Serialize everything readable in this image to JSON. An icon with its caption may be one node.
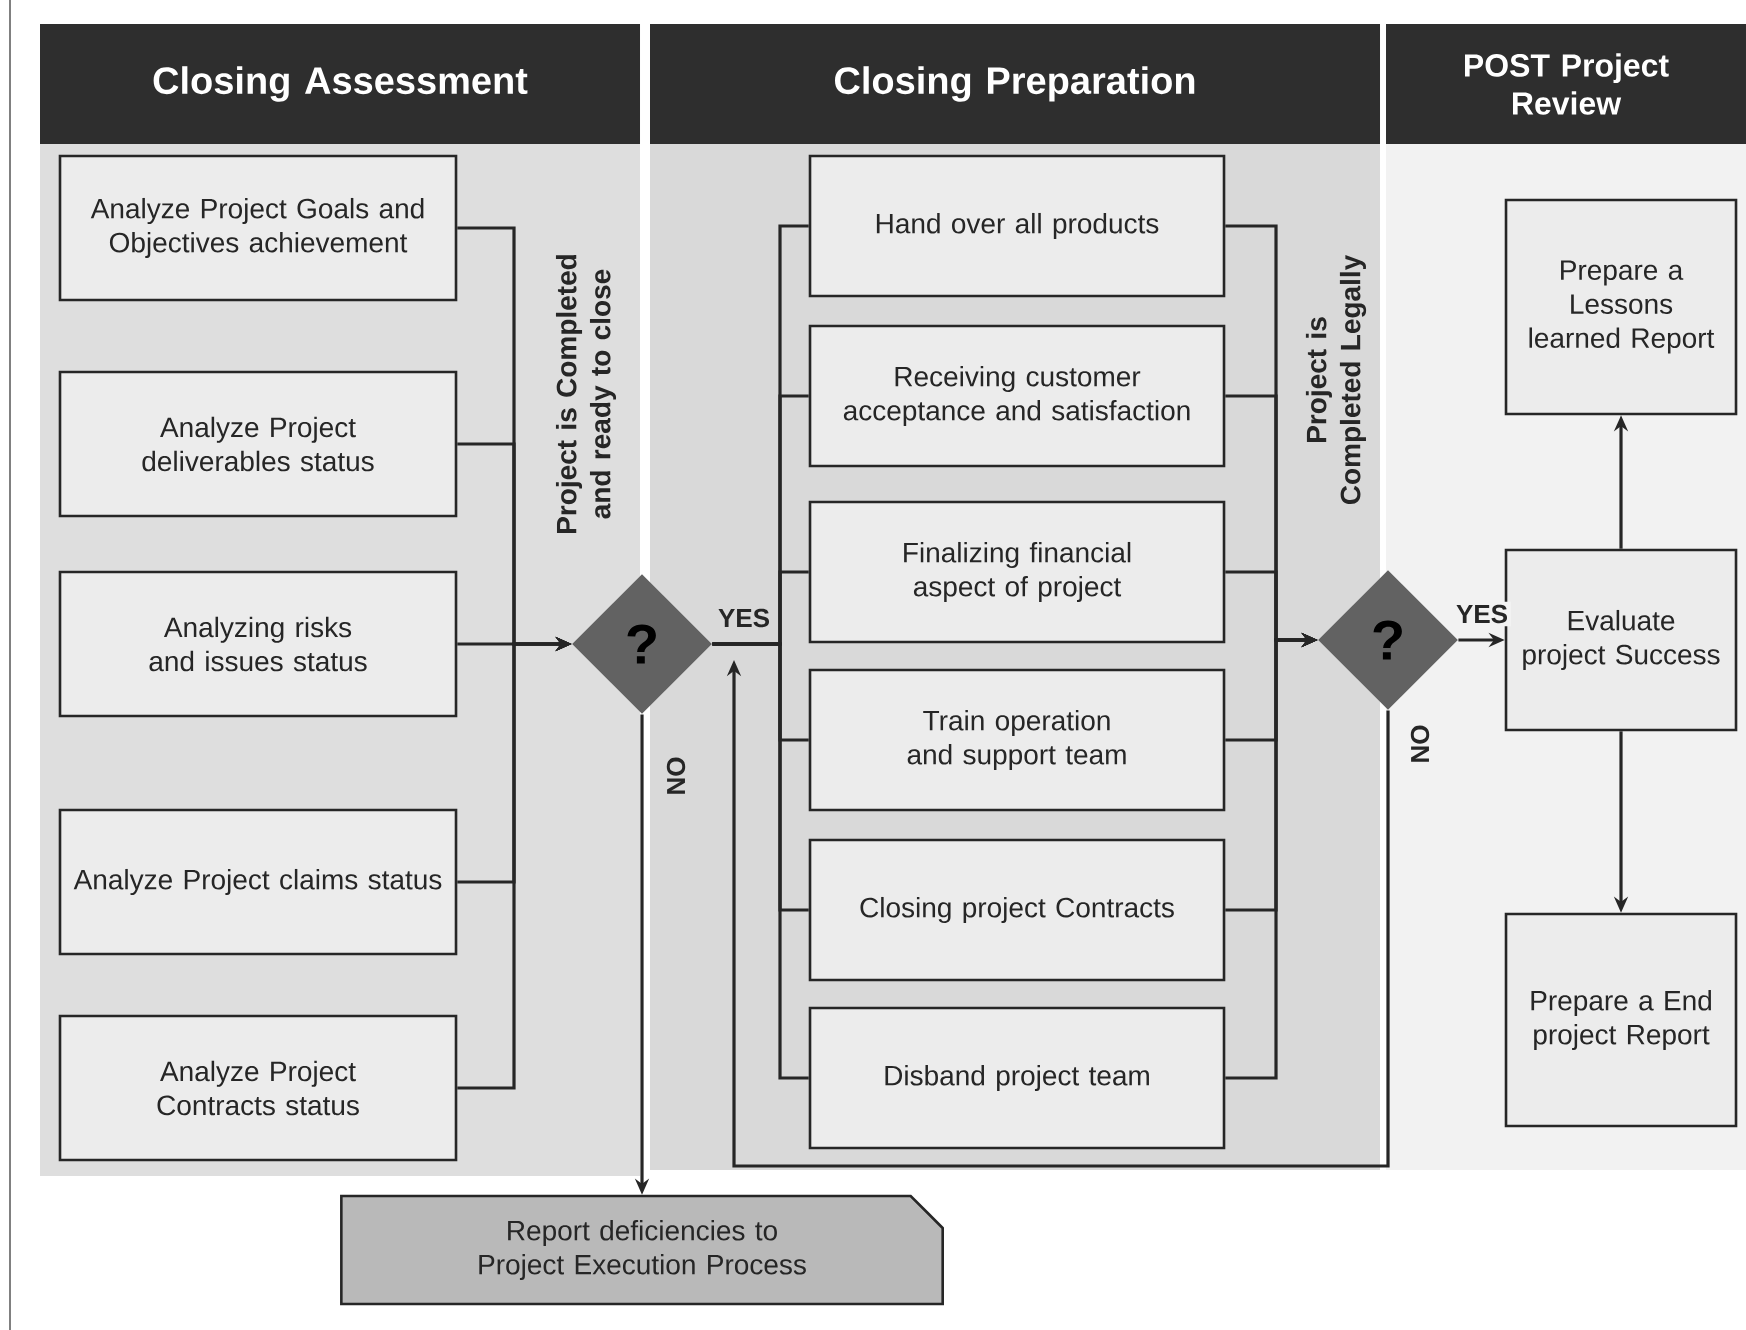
{
  "diagram": {
    "nodes": [
      {
        "text": [
          "Closing Assessment"
        ]
      },
      {
        "text": [
          "Analyze Project Goals and Objectives achievement"
        ],
        "in": 0
      },
      {
        "text": [
          "Analyze Project deliverables status"
        ],
        "in": 0
      },
      {
        "text": [
          "Analyzing risks and issues status"
        ],
        "in": 0
      },
      {
        "text": [
          "Analyze Project claims status"
        ],
        "in": 0
      },
      {
        "text": [
          "Analyze Project Contracts status"
        ],
        "in": 0
      },
      {
        "text": [
          "Closing Preparation"
        ]
      },
      {
        "text": [
          "Hand over all products"
        ],
        "in": 6
      },
      {
        "text": [
          "Receiving customer acceptance and satisfaction"
        ],
        "in": 6
      },
      {
        "text": [
          "Finalizing financial aspect of project"
        ],
        "in": 6
      },
      {
        "text": [
          "Train operation and support team"
        ],
        "in": 6
      },
      {
        "text": [
          "Closing project Contracts"
        ],
        "in": 6
      },
      {
        "text": [
          "Disband project team"
        ],
        "in": 6
      },
      {
        "text": [
          "POST Project Review"
        ]
      },
      {
        "text": [
          "Prepare a Lessons learned Report"
        ],
        "in": 13
      },
      {
        "text": [
          "Evaluate project Success"
        ],
        "in": 13
      },
      {
        "text": [
          "Prepare a End project Report"
        ],
        "in": 13
      },
      {
        "text": [
          "?"
        ],
        "beside": [
          "Project is Completed and ready to close"
        ]
      },
      {
        "text": [
          "?"
        ],
        "beside": [
          "Project is Completed Legally"
        ]
      },
      {
        "text": [
          "Report deficiencies to Project Execution Process"
        ]
      }
    ],
    "edges": [
      {
        "from": 1,
        "to": 17,
        "arrow": "to"
      },
      {
        "from": 2,
        "to": 17,
        "arrow": "to"
      },
      {
        "from": 3,
        "to": 17,
        "arrow": "to"
      },
      {
        "from": 4,
        "to": 17,
        "arrow": "to"
      },
      {
        "from": 5,
        "to": 17,
        "arrow": "to"
      },
      {
        "from": 17,
        "to": 19,
        "arrow": "to",
        "label": "NO"
      },
      {
        "from": 17,
        "to": 7,
        "arrow": "none",
        "label": "YES"
      },
      {
        "from": 17,
        "to": 8,
        "arrow": "none"
      },
      {
        "from": 17,
        "to": 9,
        "arrow": "none"
      },
      {
        "from": 17,
        "to": 10,
        "arrow": "none"
      },
      {
        "from": 17,
        "to": 11,
        "arrow": "none"
      },
      {
        "from": 17,
        "to": 12,
        "arrow": "none"
      },
      {
        "from": 7,
        "to": 18,
        "arrow": "to"
      },
      {
        "from": 8,
        "to": 18,
        "arrow": "to"
      },
      {
        "from": 9,
        "to": 18,
        "arrow": "to"
      },
      {
        "from": 10,
        "to": 18,
        "arrow": "to"
      },
      {
        "from": 11,
        "to": 18,
        "arrow": "to"
      },
      {
        "from": 12,
        "to": 18,
        "arrow": "to"
      },
      {
        "from": 18,
        "to": 15,
        "arrow": "to",
        "label": "YES"
      },
      {
        "from": 18,
        "to": null,
        "arrow": "to",
        "label": "NO"
      },
      {
        "from": 15,
        "to": 14,
        "arrow": "to"
      },
      {
        "from": 15,
        "to": 16,
        "arrow": "to"
      }
    ]
  }
}
